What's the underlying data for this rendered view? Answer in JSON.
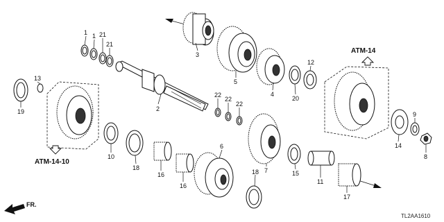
{
  "diagram": {
    "drawing_code": "TL2AA1610",
    "direction_label": "FR.",
    "ref_labels": [
      "ATM-14",
      "ATM-14-10"
    ],
    "callouts": {
      "p1a": "1",
      "p1b": "1",
      "p21a": "21",
      "p21b": "21",
      "p2": "2",
      "p3": "3",
      "p4": "4",
      "p5": "5",
      "p6": "6",
      "p7": "7",
      "p8": "8",
      "p9": "9",
      "p10": "10",
      "p11": "11",
      "p12": "12",
      "p13": "13",
      "p14": "14",
      "p15": "15",
      "p16a": "16",
      "p16b": "16",
      "p17": "17",
      "p18a": "18",
      "p18b": "18",
      "p19": "19",
      "p20": "20",
      "p22a": "22",
      "p22b": "22",
      "p22c": "22"
    }
  }
}
